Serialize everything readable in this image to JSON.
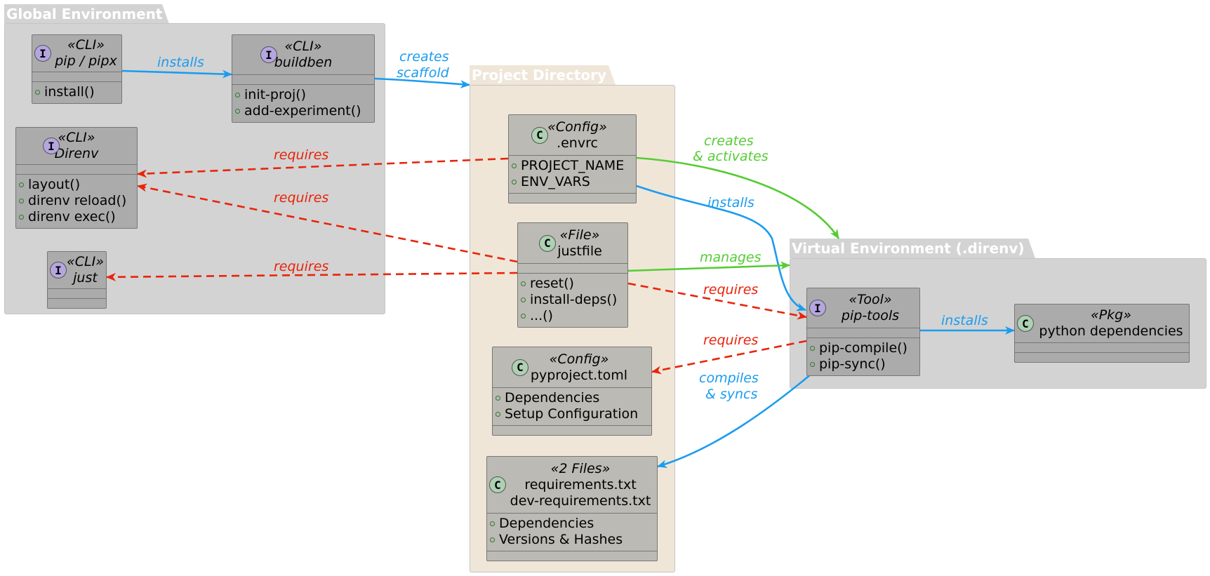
{
  "packages": {
    "global": "Global Environment",
    "project": "Project Directory",
    "venv": "Virtual Environment (.direnv)"
  },
  "classes": {
    "pip": {
      "stereotype": "«CLI»",
      "name": "pip / pipx",
      "methods": [
        "install()"
      ]
    },
    "buildben": {
      "stereotype": "«CLI»",
      "name": "buildben",
      "methods": [
        "init-proj()",
        "add-experiment()"
      ]
    },
    "direnv": {
      "stereotype": "«CLI»",
      "name": "Direnv",
      "methods": [
        "layout()",
        "direnv reload()",
        "direnv exec()"
      ]
    },
    "just": {
      "stereotype": "«CLI»",
      "name": "just"
    },
    "envrc": {
      "stereotype": "«Config»",
      "name": ".envrc",
      "attributes": [
        "PROJECT_NAME",
        "ENV_VARS"
      ]
    },
    "justfile": {
      "stereotype": "«File»",
      "name": "justfile",
      "methods": [
        "reset()",
        "install-deps()",
        "...()"
      ]
    },
    "pyproject": {
      "stereotype": "«Config»",
      "name": "pyproject.toml",
      "attributes": [
        "Dependencies",
        "Setup Configuration"
      ]
    },
    "reqs": {
      "stereotype": "«2 Files»",
      "name_line1": "requirements.txt",
      "name_line2": "dev-requirements.txt",
      "attributes": [
        "Dependencies",
        "Versions & Hashes"
      ]
    },
    "piptools": {
      "stereotype": "«Tool»",
      "name": "pip-tools",
      "methods": [
        "pip-compile()",
        "pip-sync()"
      ]
    },
    "pydeps": {
      "stereotype": "«Pkg»",
      "name": "python dependencies"
    }
  },
  "edges": {
    "installs_pip": "installs",
    "creates_scaffold_1": "creates",
    "creates_scaffold_2": "scaffold",
    "requires_envrc": "requires",
    "requires_justfile_direnv": "requires",
    "requires_justfile_just": "requires",
    "creates_activates_1": "creates",
    "creates_activates_2": "& activates",
    "installs_envrc": "installs",
    "manages": "manages",
    "requires_justfile_piptools": "requires",
    "requires_piptools_pyproject": "requires",
    "compiles_1": "compiles",
    "compiles_2": "& syncs",
    "installs_deps": "installs"
  },
  "colors": {
    "blue": "#1a9cf0",
    "red": "#e8240a",
    "green": "#55cc33",
    "interface_fill": "#ababab",
    "class_fill": "#bcbab4",
    "package_gray": "#d3d3d3",
    "package_tan": "#efe6d8"
  }
}
